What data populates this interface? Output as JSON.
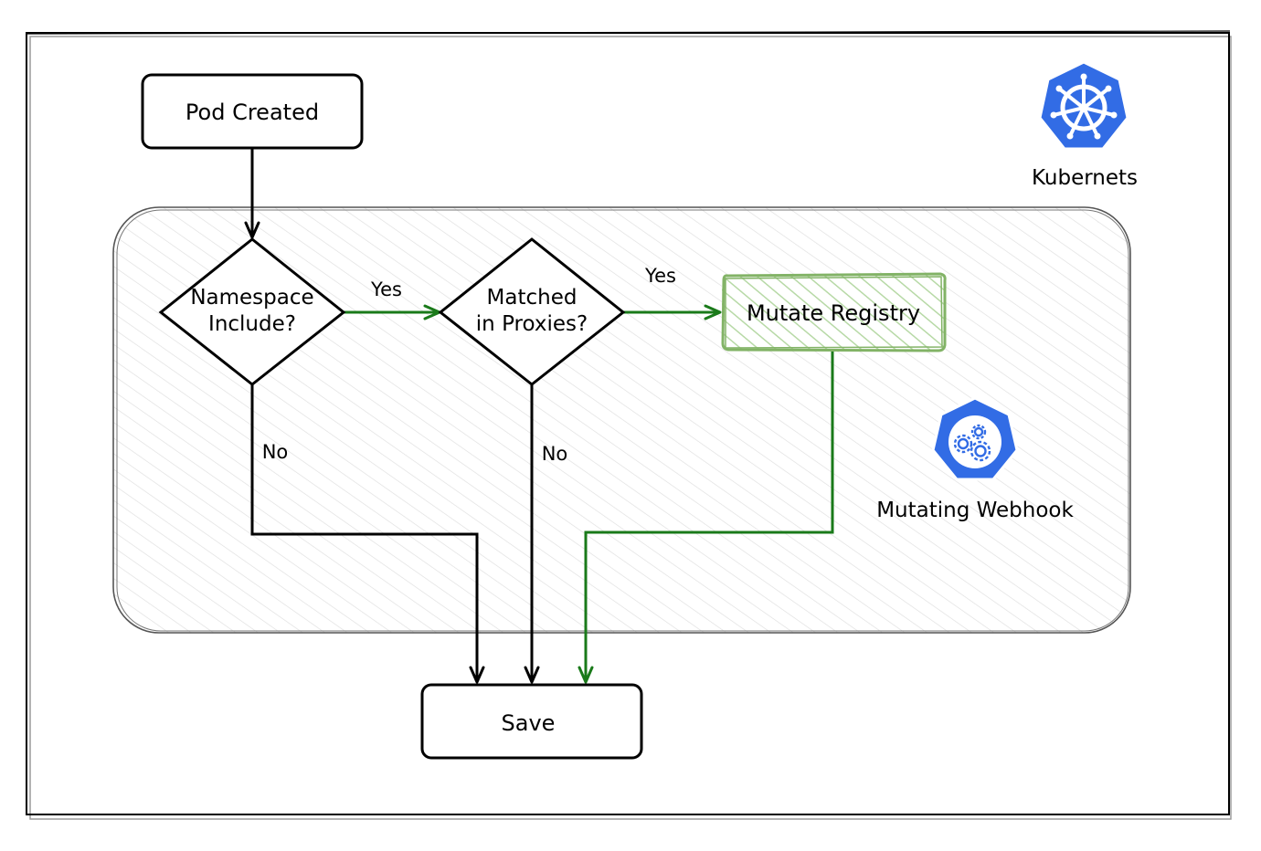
{
  "nodes": {
    "pod_created": "Pod Created",
    "namespace_decision": [
      "Namespace",
      "Include?"
    ],
    "proxies_decision": [
      "Matched",
      "in Proxies?"
    ],
    "mutate_registry": "Mutate Registry",
    "save": "Save"
  },
  "edge_labels": {
    "ns_yes": "Yes",
    "ns_no": "No",
    "proxies_yes": "Yes",
    "proxies_no": "No"
  },
  "legend": {
    "kubernetes": "Kubernets",
    "webhook": "Mutating Webhook"
  },
  "colors": {
    "ink": "#000000",
    "frame": "#111111",
    "region_border": "#555555",
    "region_hatch": "#dcdcdc",
    "green_line": "#1a7a1a",
    "green_fill": "#b7d9a6",
    "green_border": "#82b366",
    "k8s_blue": "#326ce5"
  },
  "icons": {
    "kubernetes": "kubernetes-helm-wheel-icon",
    "webhook": "gears-icon"
  }
}
